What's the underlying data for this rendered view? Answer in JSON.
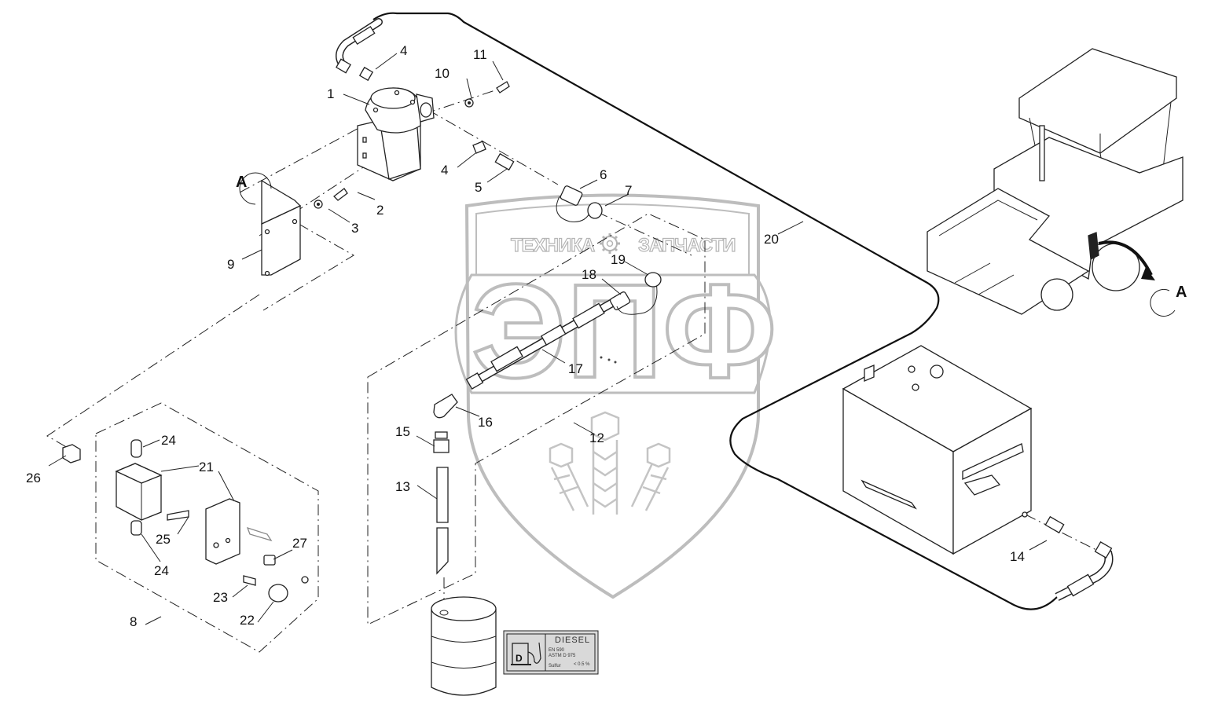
{
  "diagram": {
    "type": "exploded-parts-diagram",
    "subject": "Fuel transfer pump assembly (asphalt paver)",
    "watermark": {
      "top_left_text": "ТЕХНИКА",
      "top_right_text": "ЗАПЧАСТИ",
      "logo_letters": "ЭПФ",
      "gear_icon": "gear-icon"
    },
    "detail_marker": "A",
    "callouts": [
      {
        "id": "c1",
        "label": "1"
      },
      {
        "id": "c2",
        "label": "2"
      },
      {
        "id": "c3",
        "label": "3"
      },
      {
        "id": "c4a",
        "label": "4"
      },
      {
        "id": "c4b",
        "label": "4"
      },
      {
        "id": "c5",
        "label": "5"
      },
      {
        "id": "c6",
        "label": "6"
      },
      {
        "id": "c7",
        "label": "7"
      },
      {
        "id": "c8",
        "label": "8"
      },
      {
        "id": "c9",
        "label": "9"
      },
      {
        "id": "c10",
        "label": "10"
      },
      {
        "id": "c11",
        "label": "11"
      },
      {
        "id": "c12",
        "label": "12"
      },
      {
        "id": "c13",
        "label": "13"
      },
      {
        "id": "c14",
        "label": "14"
      },
      {
        "id": "c15",
        "label": "15"
      },
      {
        "id": "c16",
        "label": "16"
      },
      {
        "id": "c17",
        "label": "17"
      },
      {
        "id": "c18",
        "label": "18"
      },
      {
        "id": "c19",
        "label": "19"
      },
      {
        "id": "c20",
        "label": "20"
      },
      {
        "id": "c21",
        "label": "21"
      },
      {
        "id": "c22",
        "label": "22"
      },
      {
        "id": "c23",
        "label": "23"
      },
      {
        "id": "c24a",
        "label": "24"
      },
      {
        "id": "c24b",
        "label": "24"
      },
      {
        "id": "c25",
        "label": "25"
      },
      {
        "id": "c26",
        "label": "26"
      },
      {
        "id": "c27",
        "label": "27"
      }
    ],
    "fuel_label": {
      "pump_letter": "D",
      "title": "DIESEL",
      "line1": "EN 590",
      "line2": "ASTM D 975",
      "line3": "Sulfur",
      "line3b": "< 0.5 %"
    }
  }
}
